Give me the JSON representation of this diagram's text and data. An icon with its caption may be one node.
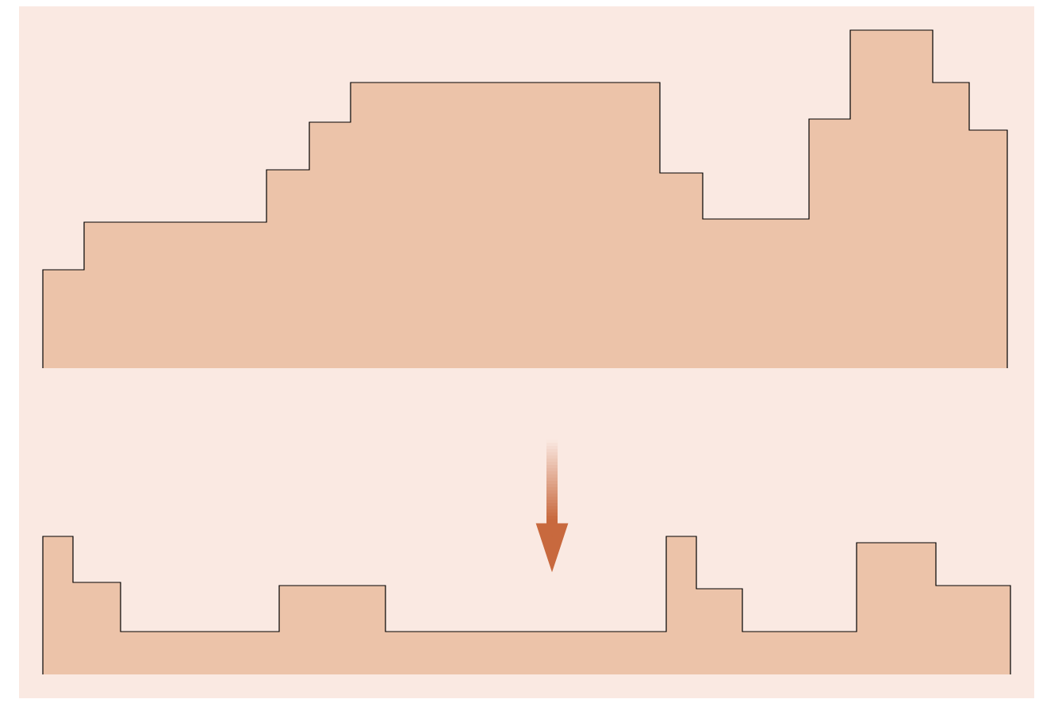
{
  "diagram": {
    "nodes": [
      {
        "text": [],
        "shape": "bar"
      },
      {
        "text": [],
        "shape": "bar"
      }
    ],
    "edges": [
      {
        "from": 0,
        "to": 1,
        "arrow": "to"
      }
    ]
  }
}
